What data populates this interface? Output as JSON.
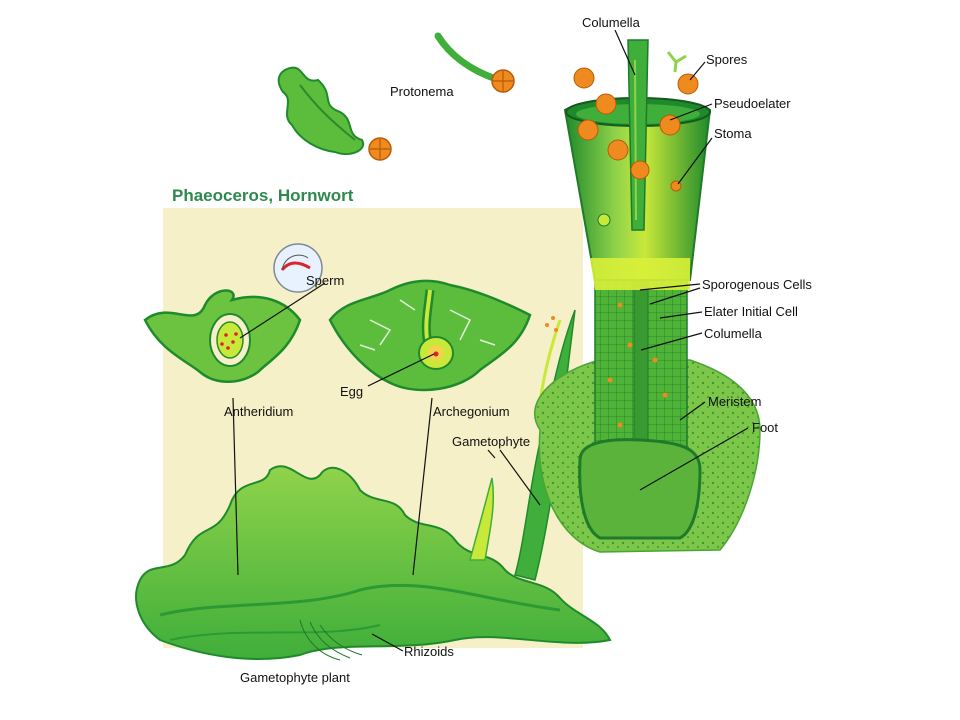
{
  "title": "Phaeoceros, Hornwort",
  "colors": {
    "title": "#2e8a4c",
    "background_panel": "#f6f0c8",
    "dark_green": "#1f8a2c",
    "mid_green": "#3fae3a",
    "light_green": "#8fd34a",
    "yellow_green": "#c8e83a",
    "spore_orange": "#ef8a1e",
    "sperm_red": "#d8262a"
  },
  "labels": {
    "columella_top": "Columella",
    "spores": "Spores",
    "pseudoelater": "Pseudoelater",
    "stoma": "Stoma",
    "protonema": "Protonema",
    "sperm": "Sperm",
    "antheridium": "Antheridium",
    "egg": "Egg",
    "archegonium": "Archegonium",
    "gametophyte": "Gametophyte",
    "sporogenous_cells": "Sporogenous Cells",
    "elater_initial_cell": "Elater Initial Cell",
    "columella_mid": "Columella",
    "meristem": "Meristem",
    "foot": "Foot",
    "rhizoids": "Rhizoids",
    "gametophyte_plant": "Gametophyte plant"
  }
}
